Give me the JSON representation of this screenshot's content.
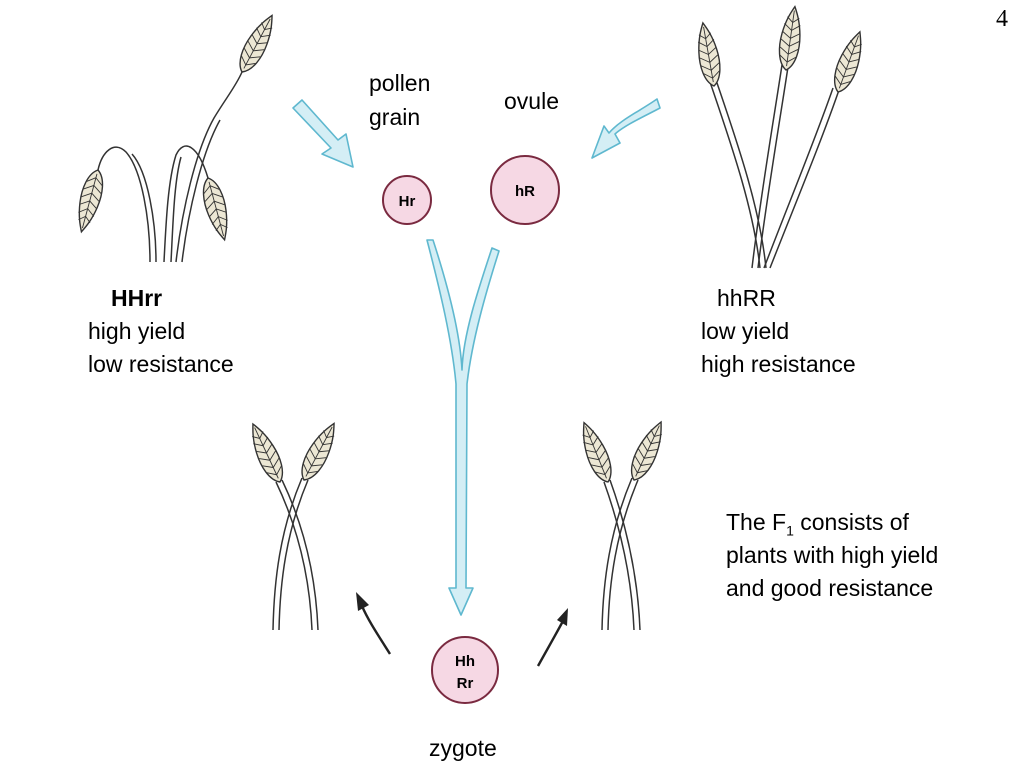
{
  "page_number": "4",
  "labels": {
    "pollen_grain": [
      "pollen",
      "grain"
    ],
    "ovule": "ovule",
    "zygote": "zygote"
  },
  "parents": {
    "left": {
      "genotype": "HHrr",
      "lines": [
        "high yield",
        "low resistance"
      ]
    },
    "right": {
      "genotype": "hhRR",
      "lines": [
        "low yield",
        "high resistance"
      ]
    }
  },
  "gametes": {
    "pollen": "Hr",
    "ovule": "hR",
    "zygote": [
      "Hh",
      "Rr"
    ]
  },
  "f1_note": {
    "prefix": "The F",
    "subscript": "1",
    "suffix": " consists of",
    "lines": [
      "plants with high yield",
      "and good resistance"
    ]
  },
  "colors": {
    "arrow_fill": "#d4eef5",
    "arrow_stroke": "#5fb8cf",
    "cell_fill": "#f6d8e4",
    "cell_stroke": "#7a2a40",
    "plant_stroke": "#333333",
    "spike_fill": "#ece7d4"
  }
}
